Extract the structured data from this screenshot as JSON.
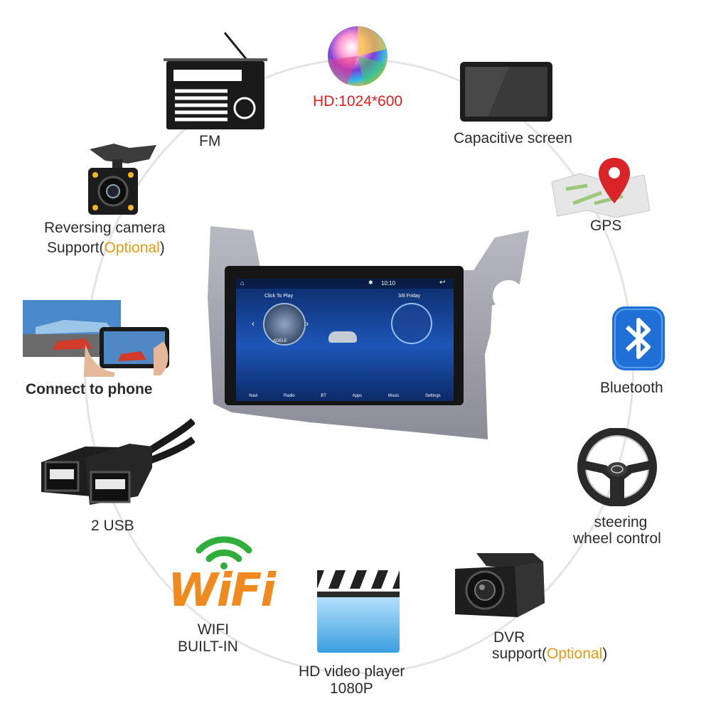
{
  "features": {
    "fm": {
      "label": "FM",
      "icon": "radio-icon"
    },
    "hd": {
      "label": "HD:1024*600",
      "icon": "color-ball-icon",
      "color": "#e02020"
    },
    "capacitive": {
      "label": "Capacitive screen",
      "icon": "tablet-screen-icon"
    },
    "gps": {
      "label": "GPS",
      "icon": "map-pin-icon"
    },
    "bluetooth": {
      "label": "Bluetooth",
      "icon": "bluetooth-icon",
      "color": "#1f6fd6"
    },
    "steering": {
      "line1": "steering",
      "line2": "wheel control",
      "icon": "steering-wheel-icon"
    },
    "dvr": {
      "line1": "DVR",
      "line2_prefix": "support(",
      "line2_optional": "Optional",
      "line2_suffix": ")",
      "icon": "dash-camera-icon"
    },
    "video": {
      "line1": "HD video player",
      "line2": "1080P",
      "icon": "clapperboard-icon"
    },
    "wifi": {
      "logo": "WiFi",
      "line1": "WIFI",
      "line2": "BUILT-IN",
      "icon": "wifi-icon"
    },
    "usb": {
      "label": "2 USB",
      "icon": "usb-cable-icon"
    },
    "phone": {
      "label": "Connect to phone",
      "icon": "phone-mirror-icon"
    },
    "camera": {
      "line1": "Reversing camera",
      "line2_prefix": "Support(",
      "line2_optional": "Optional",
      "line2_suffix": ")",
      "icon": "reversing-camera-icon"
    }
  },
  "device": {
    "status_time": "10:10",
    "music_label": "Click To Play",
    "album_text": "ADELE",
    "date_label": "3/8 Friday",
    "dock": [
      "Navi",
      "Radio",
      "BT",
      "Apps",
      "Music",
      "Settings"
    ]
  },
  "accent_optional": "#e39a12"
}
